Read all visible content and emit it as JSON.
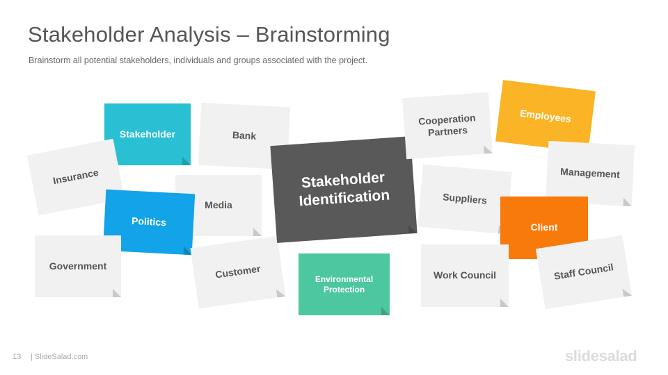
{
  "header": {
    "title": "Stakeholder Analysis – Brainstorming",
    "subtitle": "Brainstorm  all potential stakeholders, individuals  and groups associated with the project."
  },
  "notes": {
    "stakeholder": "Stakeholder",
    "bank": "Bank",
    "insurance": "Insurance",
    "politics": "Politics",
    "media": "Media",
    "government": "Government",
    "customer": "Customer",
    "center_line1": "Stakeholder",
    "center_line2": "Identification",
    "environmental_line1": "Environmental",
    "environmental_line2": "Protection",
    "cooperation_line1": "Cooperation",
    "cooperation_line2": "Partners",
    "employees": "Employees",
    "management": "Management",
    "suppliers": "Suppliers",
    "client": "Client",
    "work_council": "Work Council",
    "staff_council": "Staff Council"
  },
  "colors": {
    "gray": "#f1f1f1",
    "cyan": "#29c0d3",
    "blue": "#12a3e8",
    "dark": "#595959",
    "green": "#4dc79f",
    "yellow": "#fab425",
    "orange": "#f77a0b"
  },
  "footer": {
    "page_number": "13",
    "site": "| SlideSalad.com",
    "logo": "slidesalad"
  }
}
